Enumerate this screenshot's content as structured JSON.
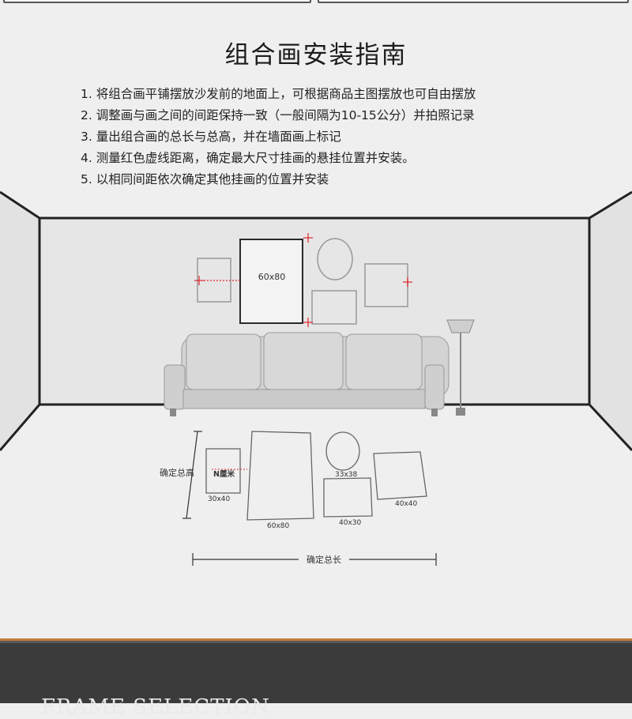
{
  "title": "组合画安装指南",
  "steps": [
    "1. 将组合画平铺摆放沙发前的地面上，可根据商品主图摆放也可自由摆放",
    "2. 调整画与画之间的间距保持一致（一般间隔为10-15公分）并拍照记录",
    "3. 量出组合画的总长与总高，并在墙面画上标记",
    "4. 测量红色虚线距离，确定最大尺寸挂画的悬挂位置并安装。",
    "5. 以相同间距依次确定其他挂画的位置并安装"
  ],
  "wall": {
    "main_frame_label": "60x80"
  },
  "floor": {
    "total_height_label": "确定总高",
    "total_length_label": "确定总长",
    "spacing_label": "N厘米",
    "frames": [
      "30x40",
      "60x80",
      "33x38",
      "40x30",
      "40x40"
    ]
  },
  "footer": {
    "frame_selection": "FRAME SELECTION"
  },
  "colors": {
    "accent_red": "#e0262b",
    "bar": "#3b3b3b",
    "bar_border": "#c27a3f"
  }
}
